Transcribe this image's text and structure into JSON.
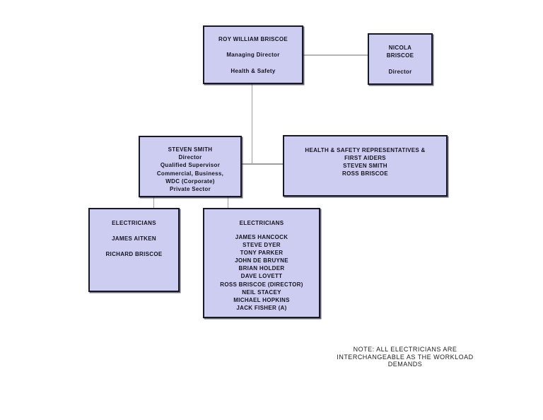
{
  "colors": {
    "page_background": "#ffffff",
    "box_fill": "#cdcdf2",
    "box_border": "#181826",
    "connector_line": "#9e9e9e",
    "text": "#141420"
  },
  "boxes": {
    "managing_director": {
      "lines": [
        "ROY WILLIAM BRISCOE",
        "Managing Director",
        "Health & Safety"
      ]
    },
    "nicola": {
      "name_line1": "NICOLA",
      "name_line2": "BRISCOE",
      "role": "Director"
    },
    "steven": {
      "lines": [
        "STEVEN SMITH",
        "Director",
        "Qualified Supervisor",
        "Commercial, Business,",
        "WDC (Corporate)",
        "Private Sector"
      ]
    },
    "health_safety": {
      "lines": [
        "HEALTH & SAFETY REPRESENTATIVES &",
        "FIRST AIDERS",
        "STEVEN SMITH",
        "ROSS BRISCOE"
      ]
    },
    "electricians_small": {
      "title": "ELECTRICIANS",
      "names": [
        "JAMES AITKEN",
        "RICHARD BRISCOE"
      ]
    },
    "electricians_main": {
      "title": "ELECTRICIANS",
      "names": [
        "JAMES HANCOCK",
        "STEVE DYER",
        "TONY PARKER",
        "JOHN DE BRUYNE",
        "BRIAN HOLDER",
        "DAVE LOVETT",
        "ROSS BRISCOE (DIRECTOR)",
        "NEIL STACEY",
        "MICHAEL HOPKINS",
        "JACK FISHER (A)"
      ]
    }
  },
  "note": {
    "lines": [
      "NOTE: ALL ELECTRICIANS ARE",
      "INTERCHANGEABLE AS THE WORKLOAD",
      "DEMANDS"
    ]
  }
}
